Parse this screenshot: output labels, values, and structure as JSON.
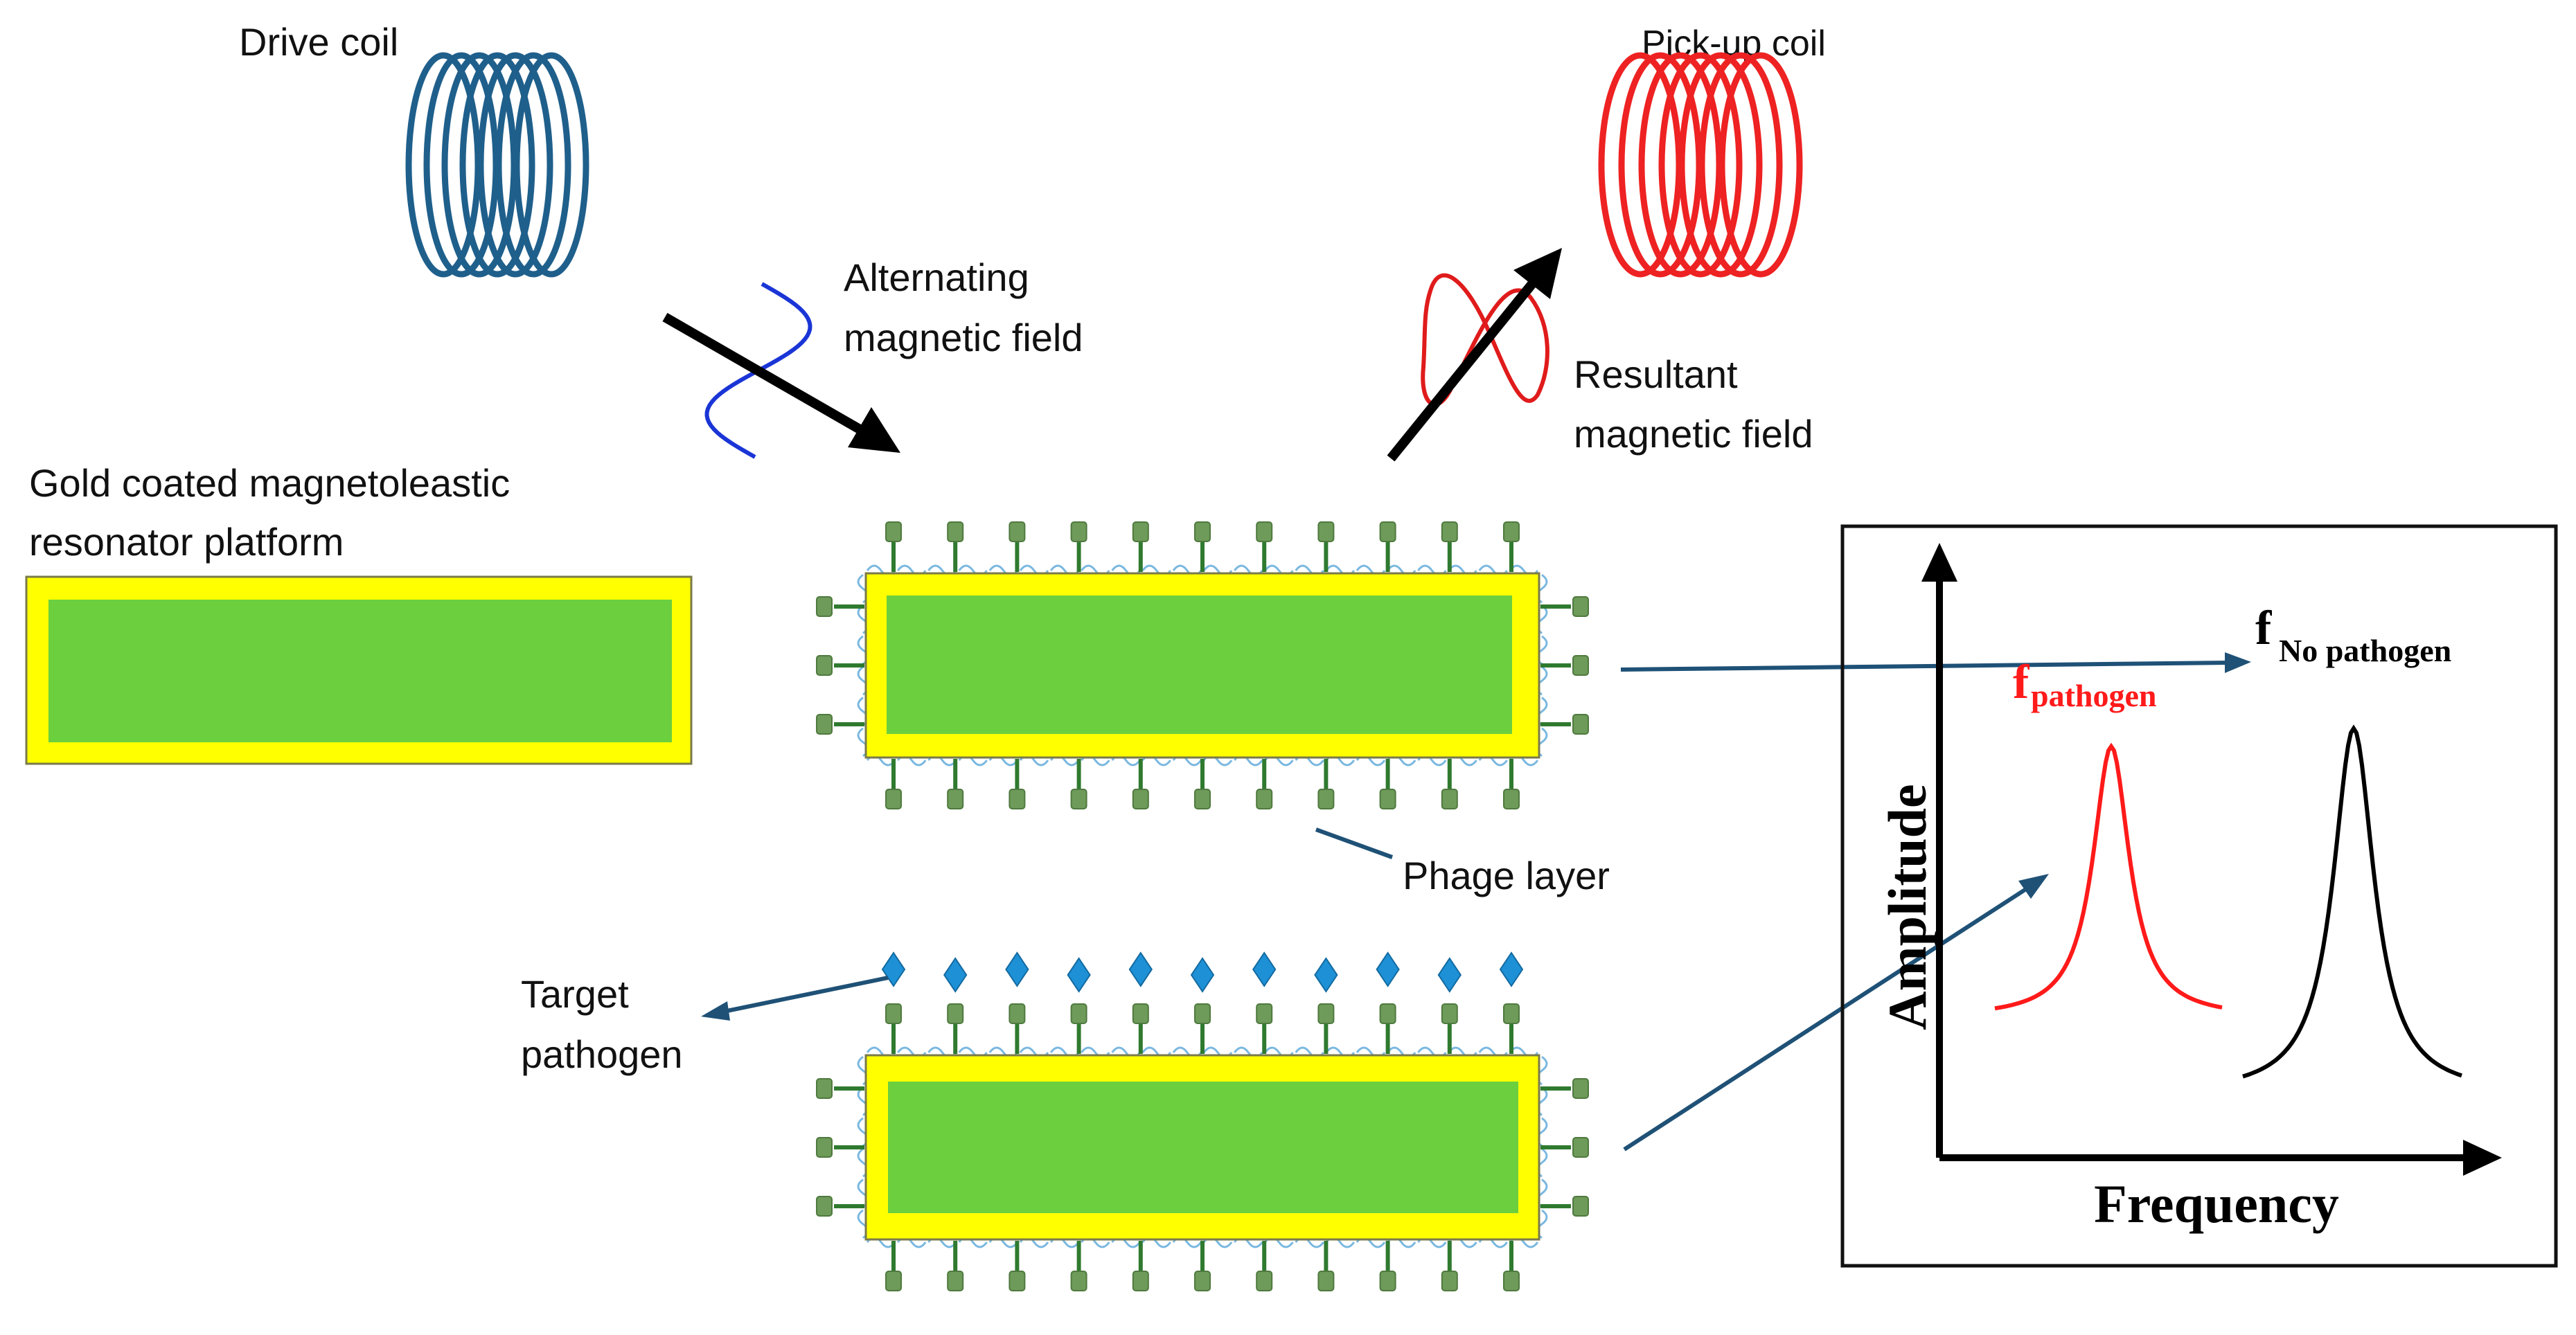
{
  "labels": {
    "drive_coil": "Drive coil",
    "pickup_coil": "Pick-up coil",
    "alternating_line1": "Alternating",
    "alternating_line2": "magnetic field",
    "resultant_line1": "Resultant",
    "resultant_line2": "magnetic field",
    "platform_line1": "Gold coated magnetoleastic",
    "platform_line2": "resonator platform",
    "phage_layer": "Phage layer",
    "target_line1": "Target",
    "target_line2": "pathogen"
  },
  "graph": {
    "ylabel": "Amplitude",
    "xlabel": "Frequency",
    "f_pathogen_main": "f",
    "f_pathogen_sub": "pathogen",
    "f_no_pathogen_main": "f",
    "f_no_pathogen_sub": "No pathogen"
  },
  "colors": {
    "drive_coil": "#1f5f8b",
    "pickup_coil": "#ee2222",
    "gold": "#ffff00",
    "gold_border": "#7a7a4a",
    "resonator": "#6ccf3e",
    "sine_blue": "#1a35d6",
    "sine_red": "#e01b1b",
    "pointer_line": "#1f5176",
    "phage_head": "#6e9a5a",
    "phage_tail": "#2f7a2f",
    "pathogen": "#1e90d6",
    "fibers": "#7ab8e0",
    "peak_pathogen": "#ff1a1a",
    "peak_no_pathogen": "#000000"
  }
}
